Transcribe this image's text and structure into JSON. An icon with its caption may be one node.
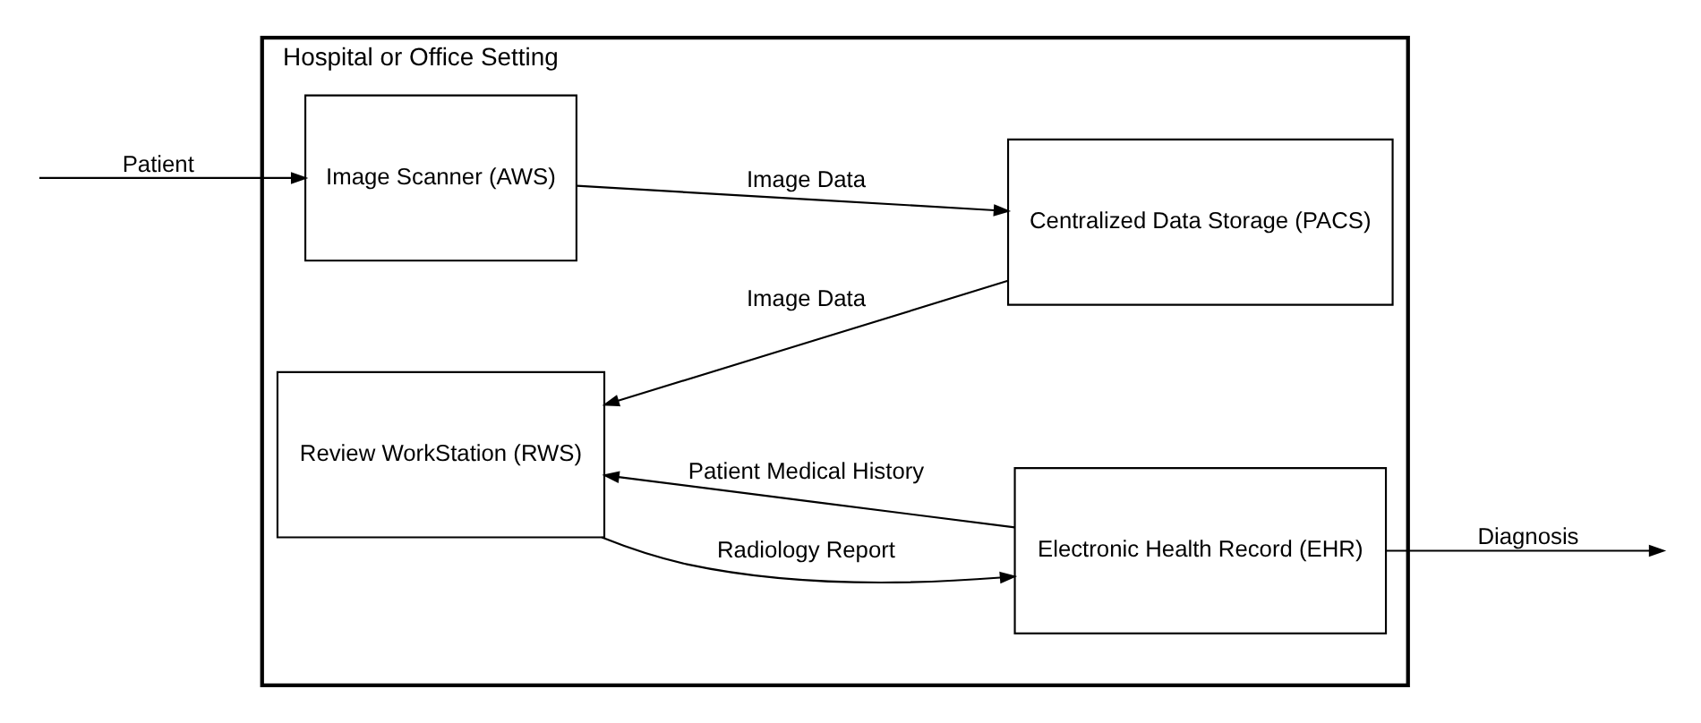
{
  "diagram": {
    "nodes": [
      {
        "text": [
          "Hospital or Office Setting"
        ]
      },
      {
        "text": [
          "Image Scanner (AWS)"
        ],
        "in": 0
      },
      {
        "text": [
          "Centralized Data Storage (PACS)"
        ],
        "in": 0
      },
      {
        "text": [
          "Review WorkStation (RWS)"
        ],
        "in": 0
      },
      {
        "text": [
          "Electronic Health Record (EHR)"
        ],
        "in": 0
      }
    ],
    "edges": [
      {
        "from": null,
        "to": 1,
        "arrow": "to",
        "label": "Patient"
      },
      {
        "from": 1,
        "to": 2,
        "arrow": "to",
        "label": "Image Data"
      },
      {
        "from": 2,
        "to": 3,
        "arrow": "to",
        "label": "Image Data"
      },
      {
        "from": 4,
        "to": 3,
        "arrow": "to",
        "label": "Patient Medical History"
      },
      {
        "from": 3,
        "to": 4,
        "arrow": "to",
        "label": "Radiology Report"
      },
      {
        "from": 4,
        "to": null,
        "arrow": "to",
        "label": "Diagnosis"
      }
    ]
  }
}
